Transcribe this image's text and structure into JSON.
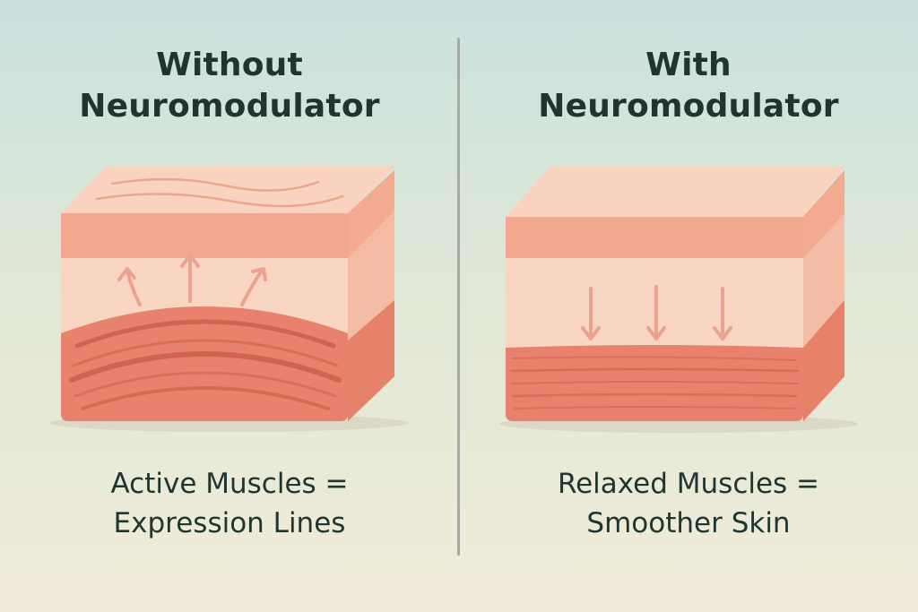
{
  "left": {
    "title_line1": "Without",
    "title_line2": "Neuromodulator",
    "caption_line1": "Active Muscles =",
    "caption_line2": "Expression Lines",
    "arrow_direction": "up"
  },
  "right": {
    "title_line1": "With",
    "title_line2": "Neuromodulator",
    "caption_line1": "Relaxed Muscles =",
    "caption_line2": "Smoother Skin",
    "arrow_direction": "down"
  },
  "colors": {
    "skin_top": "#f8cdb6",
    "epidermis_band": "#f2a88f",
    "dermis": "#f9d6c3",
    "muscle": "#e9826c",
    "muscle_dark": "#d06450",
    "side_face": "#ec9a80",
    "arrow": "#eba390",
    "text": "#1f3530"
  }
}
